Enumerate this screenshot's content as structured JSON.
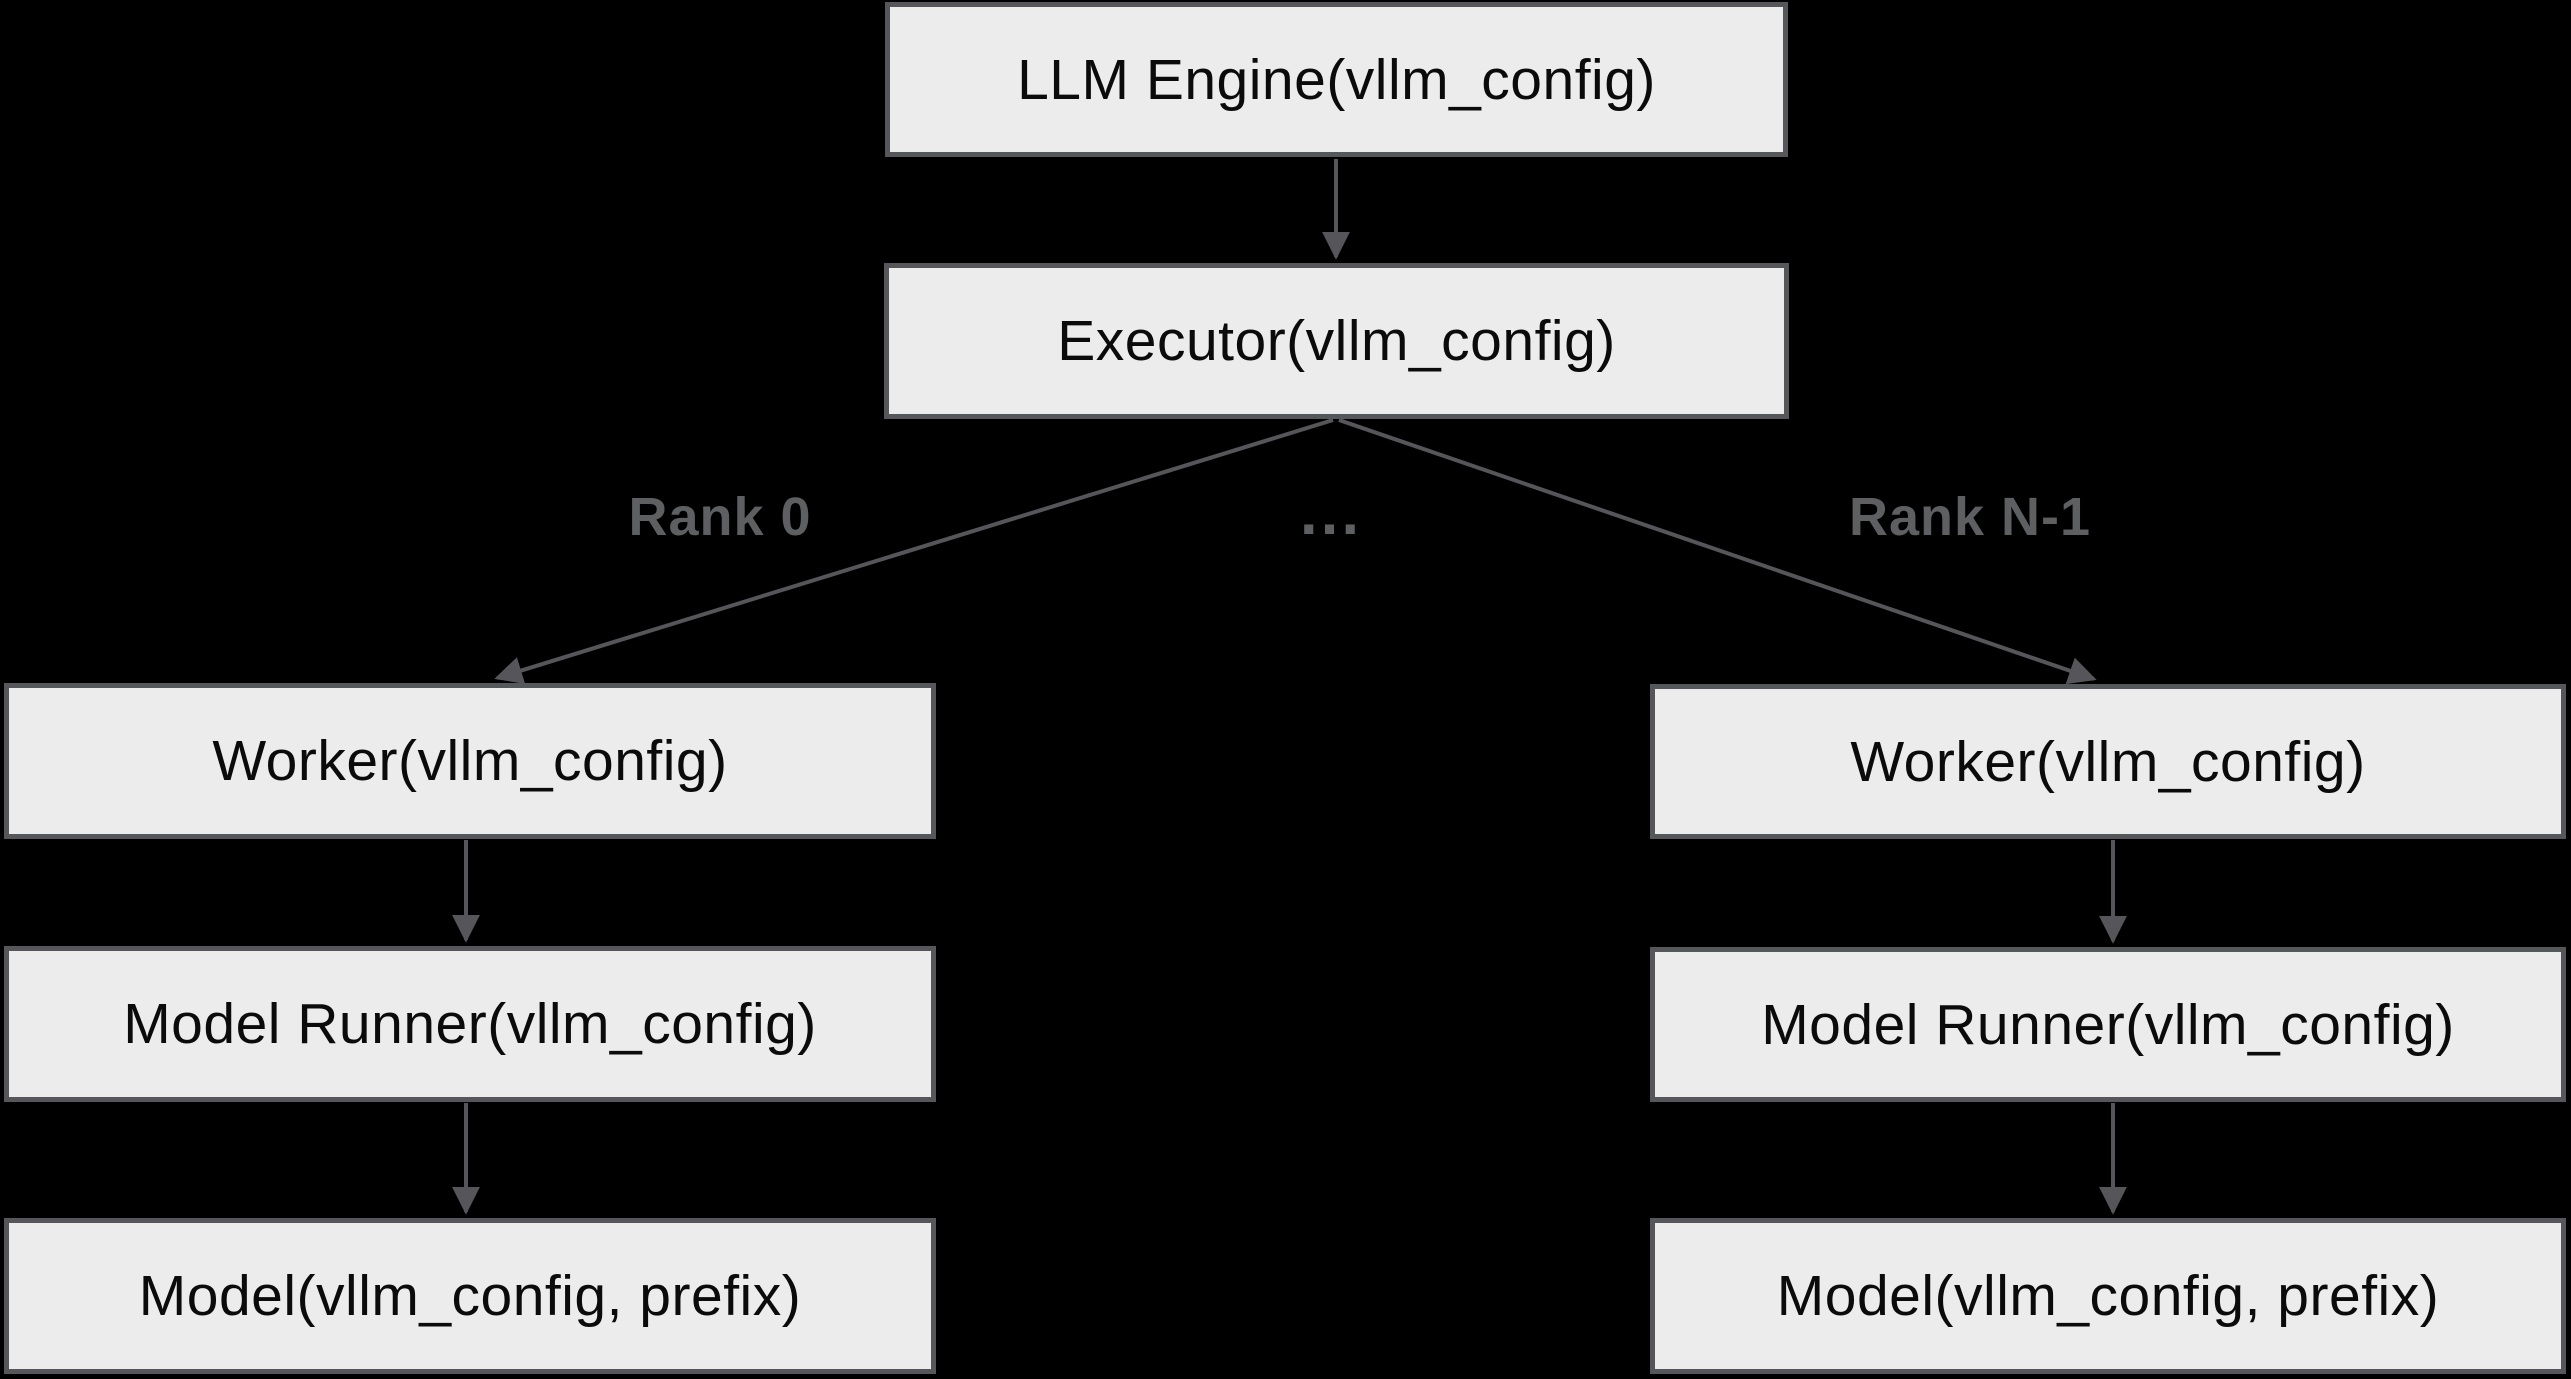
{
  "diagram": {
    "nodes": {
      "llm_engine": {
        "label": "LLM Engine(vllm_config)"
      },
      "executor": {
        "label": "Executor(vllm_config)"
      },
      "worker_left": {
        "label": "Worker(vllm_config)"
      },
      "model_runner_left": {
        "label": "Model Runner(vllm_config)"
      },
      "model_left": {
        "label": "Model(vllm_config, prefix)"
      },
      "worker_right": {
        "label": "Worker(vllm_config)"
      },
      "model_runner_right": {
        "label": "Model Runner(vllm_config)"
      },
      "model_right": {
        "label": "Model(vllm_config, prefix)"
      }
    },
    "edges": [
      {
        "from": "llm_engine",
        "to": "executor",
        "label": ""
      },
      {
        "from": "executor",
        "to": "worker_left",
        "label": "Rank 0"
      },
      {
        "from": "executor",
        "to": "worker_right",
        "label": "Rank N-1"
      },
      {
        "from": "worker_left",
        "to": "model_runner_left",
        "label": ""
      },
      {
        "from": "model_runner_left",
        "to": "model_left",
        "label": ""
      },
      {
        "from": "worker_right",
        "to": "model_runner_right",
        "label": ""
      },
      {
        "from": "model_runner_right",
        "to": "model_right",
        "label": ""
      }
    ],
    "ellipsis": "...",
    "colors": {
      "background": "#000000",
      "box_fill": "#ececec",
      "box_border": "#55575a",
      "box_text": "#0b0b0b",
      "arrow": "#56565a",
      "edge_label_text": "#5e5f61"
    }
  }
}
